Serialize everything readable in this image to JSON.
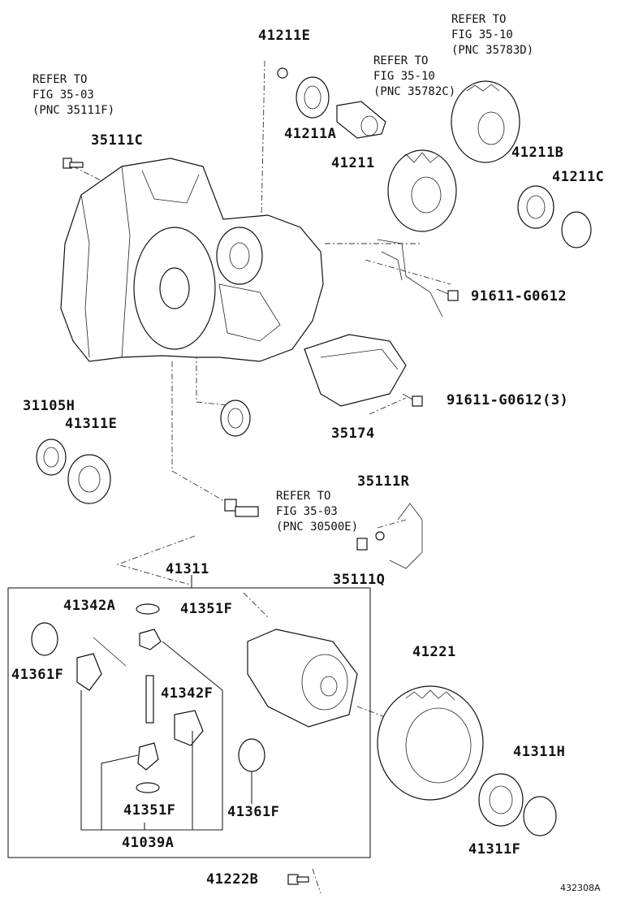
{
  "labels": {
    "p41211E": "41211E",
    "p41211A": "41211A",
    "p41211": "41211",
    "p35111C": "35111C",
    "p41211B": "41211B",
    "p41211C": "41211C",
    "p91611_1": "91611-G0612",
    "p91611_3": "91611-G0612(3)",
    "p35174": "35174",
    "p31105H": "31105H",
    "p41311E": "41311E",
    "p35111R": "35111R",
    "p35111Q": "35111Q",
    "p41311": "41311",
    "p41342A": "41342A",
    "p41351F_top": "41351F",
    "p41361F_left": "41361F",
    "p41342F": "41342F",
    "p41351F_bot": "41351F",
    "p41361F_right": "41361F",
    "p41039A": "41039A",
    "p41221": "41221",
    "p41311H": "41311H",
    "p41311F": "41311F",
    "p41222B": "41222B"
  },
  "refs": {
    "ref_35111F": "REFER TO\nFIG 35-03\n(PNC 35111F)",
    "ref_35782C": "REFER TO\nFIG 35-10\n(PNC 35782C)",
    "ref_35783D": "REFER TO\nFIG 35-10\n(PNC 35783D)",
    "ref_30500E": "REFER TO\nFIG 35-03\n(PNC 30500E)"
  },
  "illustration_id": "432308A"
}
